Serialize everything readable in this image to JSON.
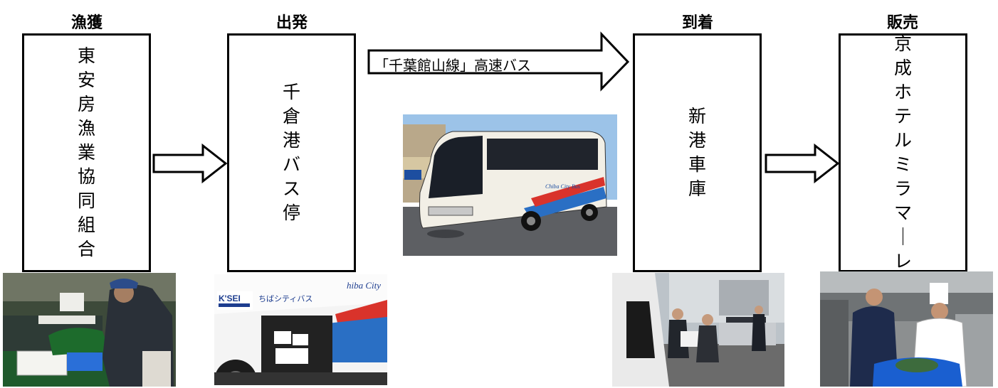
{
  "stages": [
    {
      "heading": "漁獲",
      "box_text": "東安房漁業協同組合"
    },
    {
      "heading": "出発",
      "box_text": "千倉港バス停"
    },
    {
      "heading": "到着",
      "box_text": "新港車庫"
    },
    {
      "heading": "販売",
      "box_text": "京成ホテルミラマーレ"
    }
  ],
  "route": {
    "label": "「千葉館山線」高速バス"
  },
  "photos": {
    "bus_brand": "Chiba City Bus",
    "luggage_logo": "K'SEI",
    "luggage_text": "ちばシティバス",
    "luggage_side_text": "hiba City"
  },
  "colors": {
    "bus_red": "#d9332b",
    "bus_blue": "#2a6fc4",
    "sky": "#9cc3e8"
  }
}
